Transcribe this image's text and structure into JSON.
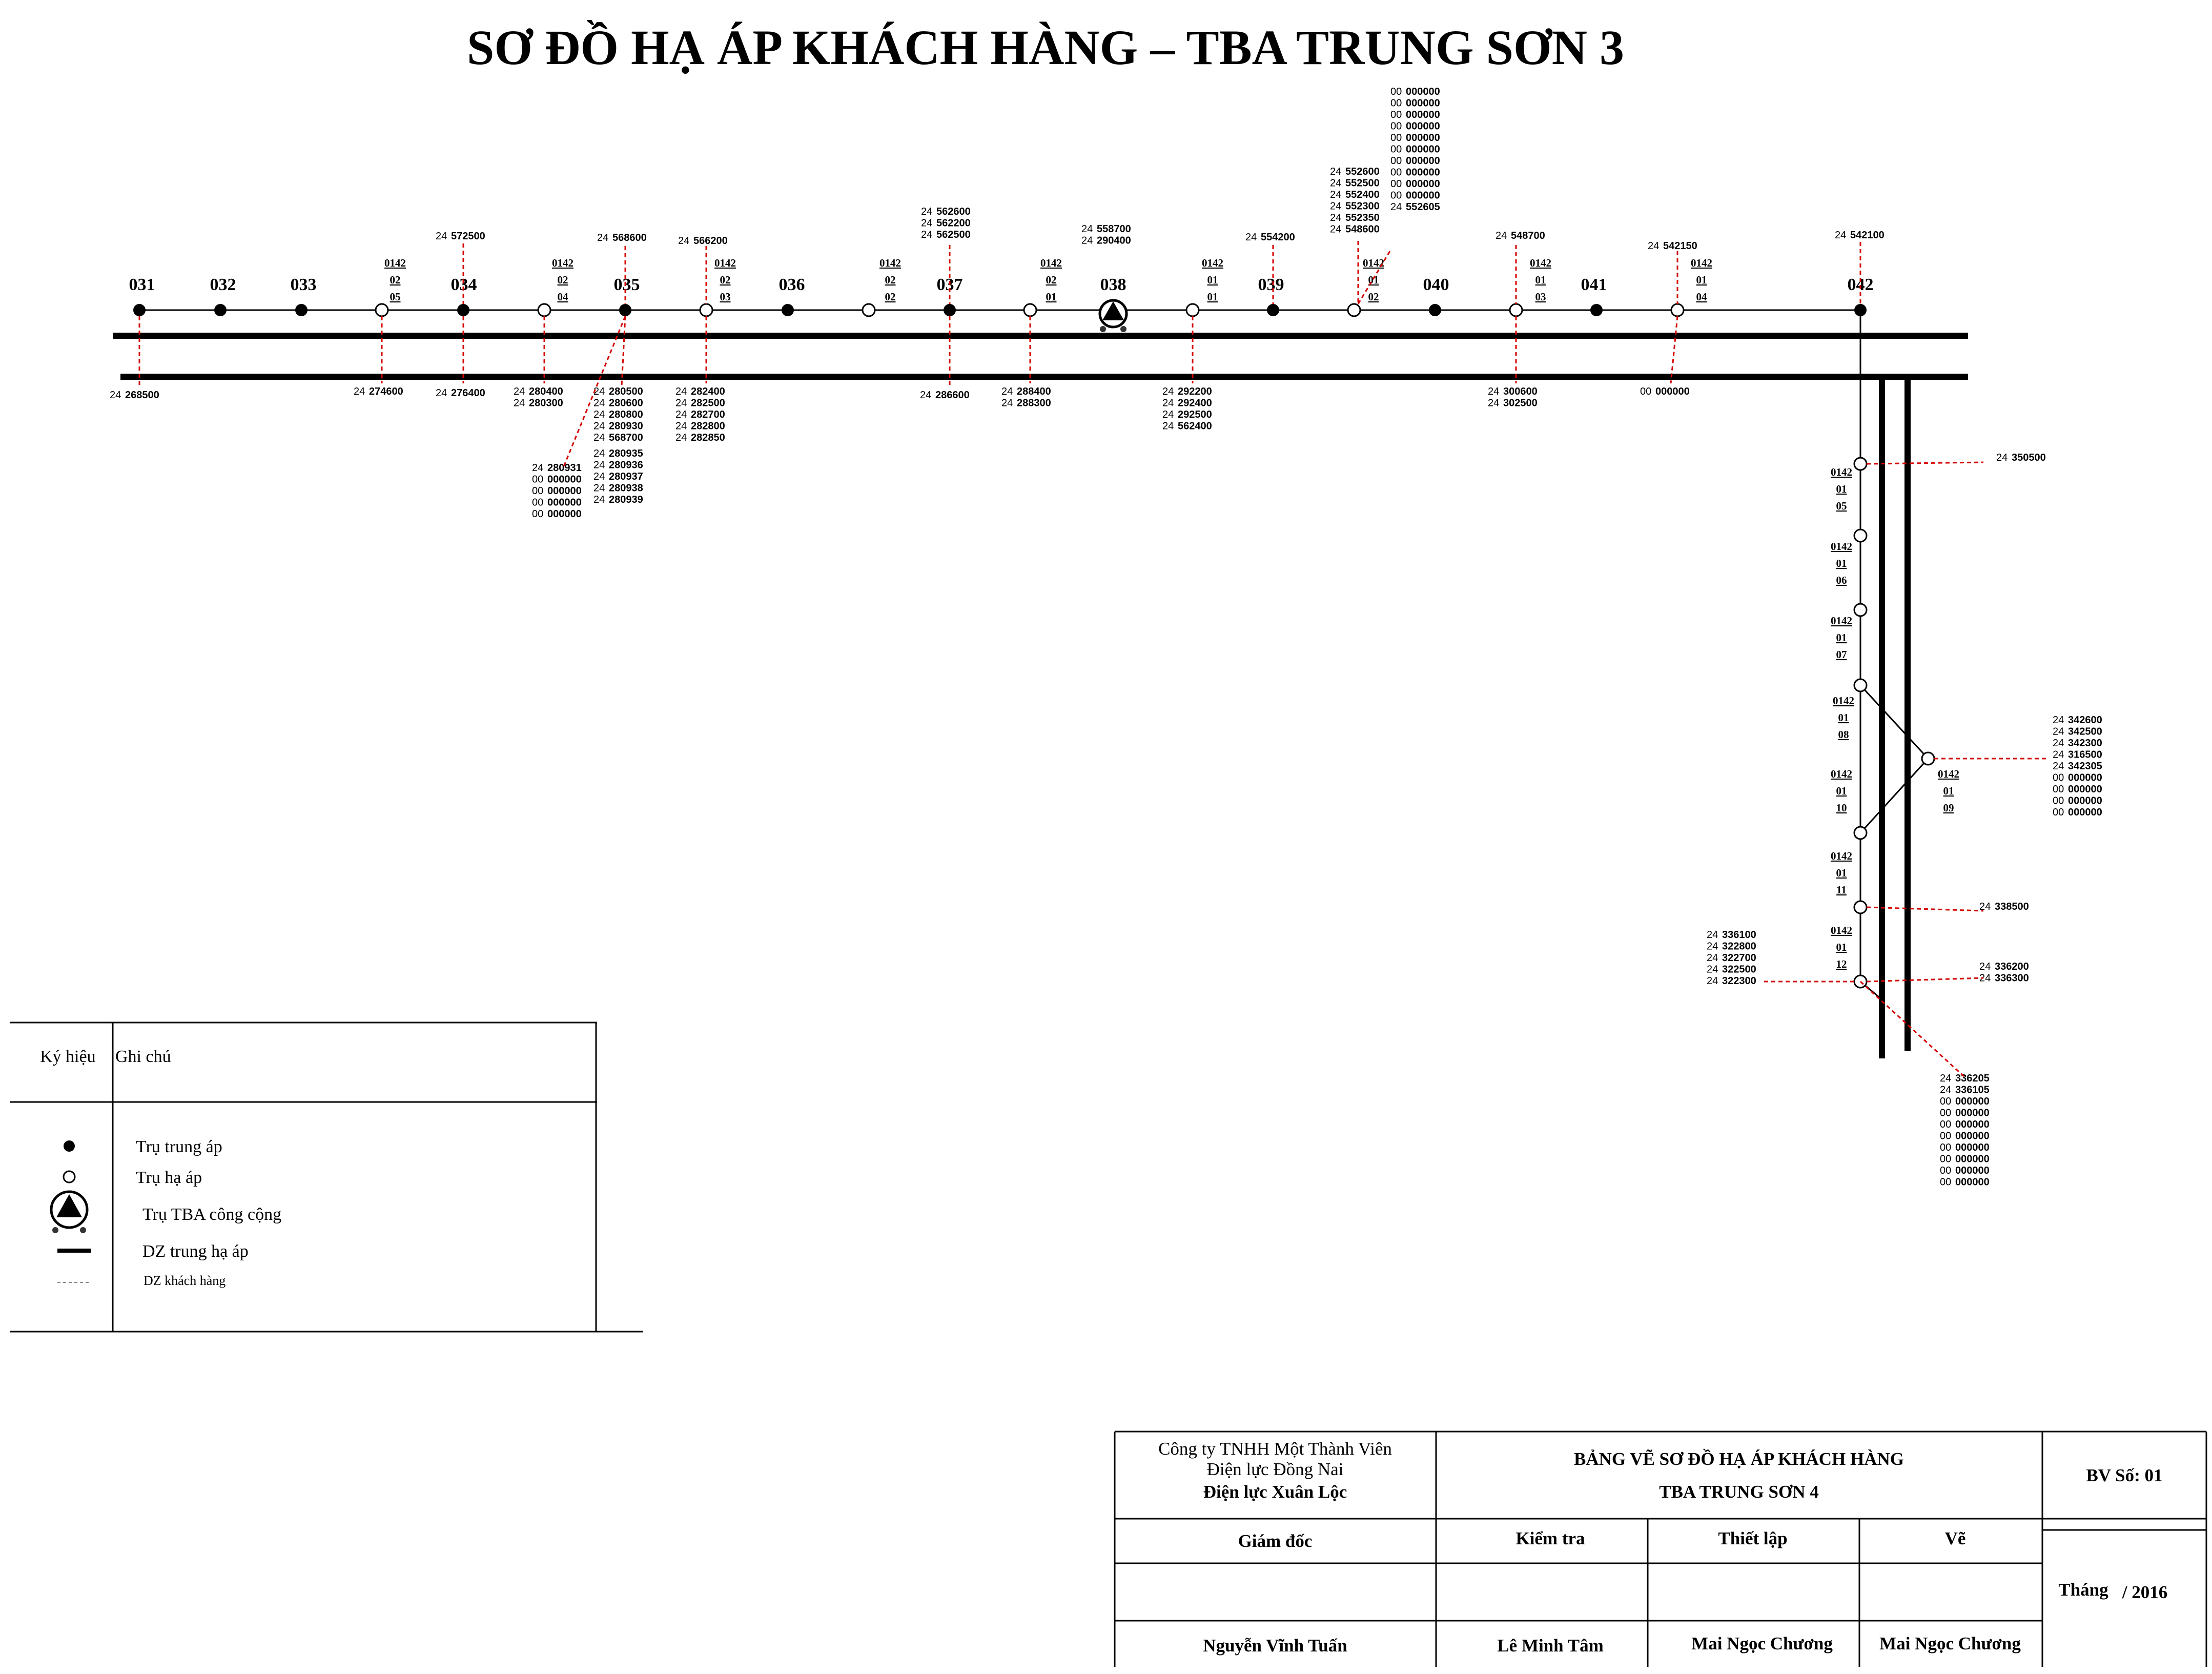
{
  "title": "SƠ ĐỒ HẠ ÁP KHÁCH HÀNG – TBA TRUNG SƠN 3",
  "poles": [
    "031",
    "032",
    "033",
    "034",
    "035",
    "036",
    "037",
    "038",
    "039",
    "040",
    "041",
    "042"
  ],
  "sub_codes": [
    [
      "0142",
      "02",
      "05"
    ],
    [
      "0142",
      "02",
      "04"
    ],
    [
      "0142",
      "02",
      "03"
    ],
    [
      "0142",
      "02",
      "02"
    ],
    [
      "0142",
      "02",
      "01"
    ],
    [
      "0142",
      "01",
      "01"
    ],
    [
      "0142",
      "01",
      "02"
    ],
    [
      "0142",
      "01",
      "03"
    ],
    [
      "0142",
      "01",
      "04"
    ],
    [
      "0142",
      "01",
      "05"
    ],
    [
      "0142",
      "01",
      "06"
    ],
    [
      "0142",
      "01",
      "07"
    ],
    [
      "0142",
      "01",
      "08"
    ],
    [
      "0142",
      "01",
      "09"
    ],
    [
      "0142",
      "01",
      "10"
    ],
    [
      "0142",
      "01",
      "11"
    ],
    [
      "0142",
      "01",
      "12"
    ]
  ],
  "customer_groups": [
    {
      "rows": [
        [
          "24",
          "268500"
        ]
      ]
    },
    {
      "rows": [
        [
          "24",
          "274600"
        ]
      ]
    },
    {
      "rows": [
        [
          "24",
          "572500"
        ]
      ]
    },
    {
      "rows": [
        [
          "24",
          "276400"
        ]
      ]
    },
    {
      "rows": [
        [
          "24",
          "280400"
        ],
        [
          "24",
          "280300"
        ]
      ]
    },
    {
      "rows": [
        [
          "24",
          "568600"
        ]
      ]
    },
    {
      "rows": [
        [
          "24",
          "280500"
        ],
        [
          "24",
          "280600"
        ],
        [
          "24",
          "280800"
        ],
        [
          "24",
          "280930"
        ],
        [
          "24",
          "568700"
        ]
      ]
    },
    {
      "rows": [
        [
          "24",
          "280935"
        ],
        [
          "24",
          "280936"
        ],
        [
          "24",
          "280937"
        ],
        [
          "24",
          "280938"
        ],
        [
          "24",
          "280939"
        ]
      ]
    },
    {
      "rows": [
        [
          "24",
          "280931"
        ],
        [
          "00",
          "000000"
        ],
        [
          "00",
          "000000"
        ],
        [
          "00",
          "000000"
        ],
        [
          "00",
          "000000"
        ]
      ]
    },
    {
      "rows": [
        [
          "24",
          "566200"
        ]
      ]
    },
    {
      "rows": [
        [
          "24",
          "282400"
        ],
        [
          "24",
          "282500"
        ],
        [
          "24",
          "282700"
        ],
        [
          "24",
          "282800"
        ],
        [
          "24",
          "282850"
        ]
      ]
    },
    {
      "rows": [
        [
          "24",
          "562600"
        ],
        [
          "24",
          "562200"
        ],
        [
          "24",
          "562500"
        ]
      ]
    },
    {
      "rows": [
        [
          "24",
          "286600"
        ]
      ]
    },
    {
      "rows": [
        [
          "24",
          "288400"
        ],
        [
          "24",
          "288300"
        ]
      ]
    },
    {
      "rows": [
        [
          "24",
          "558700"
        ],
        [
          "24",
          "290400"
        ]
      ]
    },
    {
      "rows": [
        [
          "24",
          "292200"
        ],
        [
          "24",
          "292400"
        ],
        [
          "24",
          "292500"
        ],
        [
          "24",
          "562400"
        ]
      ]
    },
    {
      "rows": [
        [
          "24",
          "554200"
        ]
      ]
    },
    {
      "rows": [
        [
          "24",
          "552600"
        ],
        [
          "24",
          "552500"
        ],
        [
          "24",
          "552400"
        ],
        [
          "24",
          "552300"
        ],
        [
          "24",
          "552350"
        ],
        [
          "24",
          "548600"
        ]
      ]
    },
    {
      "rows": [
        [
          "00",
          "000000"
        ],
        [
          "00",
          "000000"
        ],
        [
          "00",
          "000000"
        ],
        [
          "00",
          "000000"
        ],
        [
          "00",
          "000000"
        ],
        [
          "00",
          "000000"
        ],
        [
          "00",
          "000000"
        ],
        [
          "00",
          "000000"
        ],
        [
          "00",
          "000000"
        ],
        [
          "00",
          "000000"
        ],
        [
          "24",
          "552605"
        ]
      ]
    },
    {
      "rows": [
        [
          "24",
          "548700"
        ]
      ]
    },
    {
      "rows": [
        [
          "24",
          "300600"
        ],
        [
          "24",
          "302500"
        ]
      ]
    },
    {
      "rows": [
        [
          "24",
          "542150"
        ]
      ]
    },
    {
      "rows": [
        [
          "00",
          "000000"
        ]
      ]
    },
    {
      "rows": [
        [
          "24",
          "542100"
        ]
      ]
    },
    {
      "rows": [
        [
          "24",
          "350500"
        ]
      ]
    },
    {
      "rows": [
        [
          "24",
          "342600"
        ],
        [
          "24",
          "342500"
        ],
        [
          "24",
          "342300"
        ],
        [
          "24",
          "316500"
        ],
        [
          "24",
          "342305"
        ],
        [
          "00",
          "000000"
        ],
        [
          "00",
          "000000"
        ],
        [
          "00",
          "000000"
        ],
        [
          "00",
          "000000"
        ]
      ]
    },
    {
      "rows": [
        [
          "24",
          "338500"
        ]
      ]
    },
    {
      "rows": [
        [
          "24",
          "336100"
        ],
        [
          "24",
          "322800"
        ],
        [
          "24",
          "322700"
        ],
        [
          "24",
          "322500"
        ],
        [
          "24",
          "322300"
        ]
      ]
    },
    {
      "rows": [
        [
          "24",
          "336200"
        ],
        [
          "24",
          "336300"
        ]
      ]
    },
    {
      "rows": [
        [
          "24",
          "336205"
        ],
        [
          "24",
          "336105"
        ],
        [
          "00",
          "000000"
        ],
        [
          "00",
          "000000"
        ],
        [
          "00",
          "000000"
        ],
        [
          "00",
          "000000"
        ],
        [
          "00",
          "000000"
        ],
        [
          "00",
          "000000"
        ],
        [
          "00",
          "000000"
        ],
        [
          "00",
          "000000"
        ]
      ]
    }
  ],
  "legend": {
    "header_symbol": "Ký hiệu",
    "header_note": "Ghi chú",
    "items": [
      "Trụ trung áp",
      "Trụ hạ áp",
      "Trụ TBA công cộng",
      "DZ trung hạ áp",
      "DZ khách hàng"
    ]
  },
  "title_block": {
    "company_line1": "Công ty TNHH Một Thành Viên",
    "company_line2": "Điện lực Đồng Nai",
    "company_line3": "Điện lực Xuân Lộc",
    "drawing_title1": "BẢNG VẼ SƠ ĐỒ HẠ ÁP KHÁCH HÀNG",
    "drawing_title2": "TBA TRUNG SƠN 4",
    "sheet_no": "BV Số: 01",
    "role_director": "Giám đốc",
    "role_check": "Kiểm tra",
    "role_setup": "Thiết lập",
    "role_draw": "Vẽ",
    "month_label": "Tháng",
    "year_label": "/ 2016",
    "name_director": "Nguyễn Vĩnh Tuấn",
    "name_check": "Lê Minh Tâm",
    "name_setup": "Mai Ngọc Chương",
    "name_draw": "Mai Ngọc Chương"
  },
  "colors": {
    "line": "#000000",
    "customer_line": "#d40000",
    "text": "#000000"
  }
}
